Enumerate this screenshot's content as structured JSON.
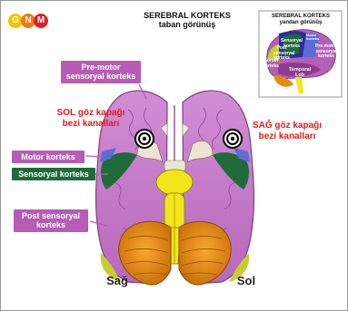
{
  "logo": {
    "letters": [
      "G",
      "N",
      "M"
    ],
    "colors": [
      "#f5c400",
      "#f07c10",
      "#e02020"
    ]
  },
  "title": {
    "line1": "SEREBRAL KORTEKS",
    "line2": "taban görünüş"
  },
  "inset": {
    "title_line1": "SEREBRAL KORTEKS",
    "title_line2": "yandan görünüş",
    "labels": {
      "sensory": "Sensoryal korteks",
      "motor": "Motor korteks",
      "premotor": "Pre-motor sensoryal korteks",
      "post": "Post sensoryal korteks",
      "visual": "Görsel korteks",
      "temporal": "Temporal Lob"
    }
  },
  "labels": {
    "premotor": "Pre-motor sensoryal korteks",
    "sol_gland": "SOL göz kapağı bezi kanalları",
    "sag_gland": "SAĞ göz kapağı bezi kanalları",
    "motor": "Motor korteks",
    "sensory": "Sensoryal korteks",
    "post": "Post sensoryal korteks",
    "sag": "Sağ",
    "sol": "Sol"
  },
  "colors": {
    "cortex": "#c479c8",
    "cortex_dark": "#8e4a91",
    "label_box": "#b65cb4",
    "motor": "#5c6bd6",
    "sensory": "#1f6b3a",
    "cerebellum": "#e58a0c",
    "brainstem": "#f2e51a",
    "temporal_lime": "#c5cf2a",
    "red_text": "#e21b1b"
  }
}
